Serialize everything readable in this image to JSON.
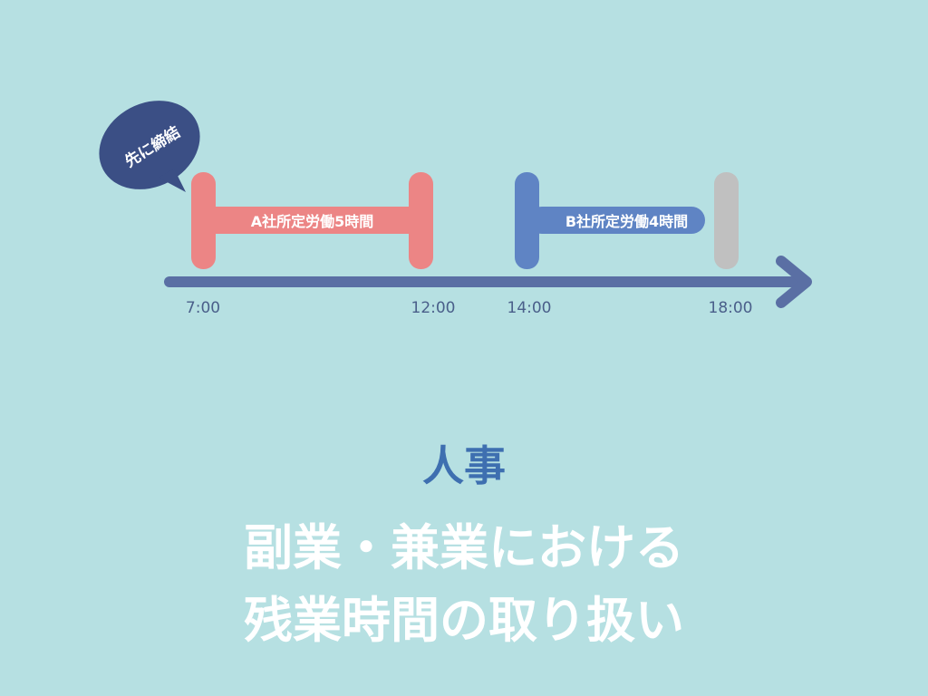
{
  "bubble": {
    "text": "先に締結",
    "color": "#3b4f85"
  },
  "segments": [
    {
      "label": "A社所定労働5時間",
      "color": "#ec8585"
    },
    {
      "label": "B社所定労働4時間",
      "color": "#5f84c4"
    }
  ],
  "end_marker_color": "#c0c0c0",
  "axis_color": "#5a6fa4",
  "ticks": [
    "7:00",
    "12:00",
    "14:00",
    "18:00"
  ],
  "category": "人事",
  "title_lines": [
    "副業・兼業における",
    "残業時間の取り扱い"
  ]
}
